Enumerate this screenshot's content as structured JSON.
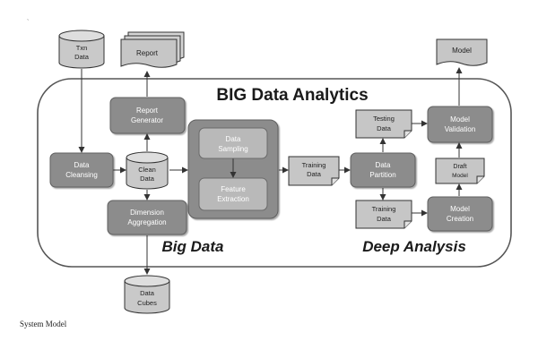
{
  "stray_mark": "`",
  "caption": "System Model",
  "frame": {
    "title": "BIG Data Analytics",
    "section_left": "Big Data",
    "section_right": "Deep Analysis"
  },
  "processes": {
    "data_cleansing": [
      "Data",
      "Cleansing"
    ],
    "report_generator": [
      "Report",
      "Generator"
    ],
    "dimension_aggregation": [
      "Dimension",
      "Aggregation"
    ],
    "data_sampling": [
      "Data",
      "Sampling"
    ],
    "feature_extraction": [
      "Feature",
      "Extraction"
    ],
    "data_partition": [
      "Data",
      "Partition"
    ],
    "model_validation": [
      "Model",
      "Validation"
    ],
    "model_creation": [
      "Model",
      "Creation"
    ]
  },
  "stores": {
    "txn_data": [
      "Txn",
      "Data"
    ],
    "clean_data": [
      "Clean",
      "Data"
    ],
    "data_cubes": [
      "Data",
      "Cubes"
    ]
  },
  "documents": {
    "report": [
      "Report"
    ],
    "model": [
      "Model"
    ],
    "training_data_1": [
      "Training",
      "Data"
    ],
    "testing_data": [
      "Testing",
      "Data"
    ],
    "training_data_2": [
      "Training",
      "Data"
    ],
    "draft_model": [
      "Draft",
      "Model"
    ]
  },
  "colors": {
    "process_fill": "#8c8c8c",
    "process_stroke": "#5e5e5e",
    "inner_fill": "#b9b9b9",
    "doc_fill": "#c6c6c6",
    "store_fill": "#c9c9c9",
    "frame_stroke": "#555555",
    "arrow": "#333333"
  }
}
